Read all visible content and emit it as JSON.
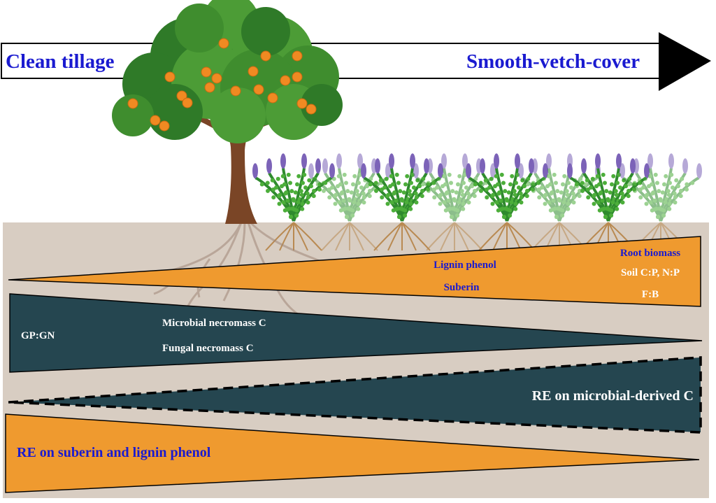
{
  "header": {
    "left_label": "Clean tillage",
    "right_label": "Smooth-vetch-cover"
  },
  "wedges": {
    "root_wedge": {
      "labels_blue": [
        "Lignin phenol",
        "Suberin"
      ],
      "labels_right": [
        "Root biomass",
        "Soil C:P, N:P",
        "F:B"
      ]
    },
    "necromass_wedge": {
      "left_label": "GP:GN",
      "labels": [
        "Microbial necromass C",
        "Fungal necromass C"
      ]
    },
    "re_microbial_wedge": {
      "label": "RE on microbial-derived C"
    },
    "re_suberin_wedge": {
      "label": "RE on suberin and lignin phenol"
    }
  },
  "colors": {
    "soil": "#d8cdc2",
    "orange": "#ef9a2f",
    "dark_teal": "#254650",
    "blue_text": "#1a1ad0",
    "white_text": "#ffffff",
    "leaf_green": "#2f8a2e",
    "flower_purple": "#7c63b8",
    "fruit_orange": "#f08a22",
    "trunk_brown": "#7a4526",
    "root_tan": "#b98a52"
  }
}
